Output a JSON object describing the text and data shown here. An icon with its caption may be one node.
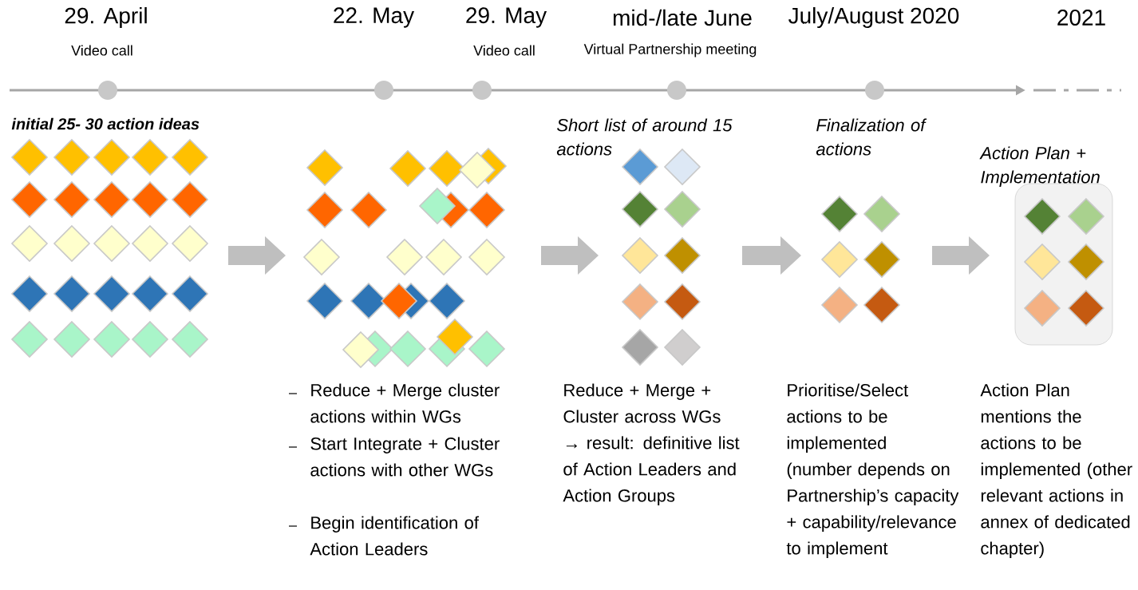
{
  "diagram": {
    "labels": [
      "29. April",
      "Video call",
      "22. May",
      "29. May",
      "Video call",
      "mid-/late June",
      "Virtual Partnership meeting",
      "July/August 2020",
      "2021",
      "initial 25- 30 action ideas",
      "Short list of around 15 actions",
      "Finalization of actions",
      "Action Plan + Implementation",
      "Reduce + Merge cluster actions within WGs",
      "Start Integrate + Cluster actions with other WGs",
      "Begin identification of Action Leaders",
      "Reduce + Merge + Cluster across WGs → result: definitive list of Action Leaders and Action Groups",
      "Prioritise/Select actions to be implemented (number depends on Partnership’s capacity + capability/relevance to implement",
      "Action Plan mentions the actions to be implemented (other relevant actions in annex of dedicated chapter)"
    ]
  }
}
